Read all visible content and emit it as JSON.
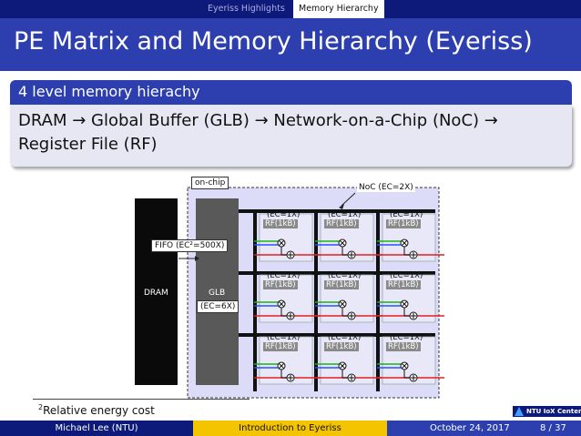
{
  "nav": {
    "item1": "Eyeriss Highlights",
    "item2": "Memory Hierarchy"
  },
  "title": "PE Matrix and Memory Hierarchy (Eyeriss)",
  "block": {
    "heading": "4 level memory hierachy",
    "line1": "DRAM → Global Buffer (GLB) → Network-on-a-Chip (NoC) →",
    "line2": "Register File (RF)"
  },
  "diagram": {
    "on_chip": "on-chip",
    "noc": "NoC (EC=2X)",
    "fifo": "FIFO (EC²=500X)",
    "dram": "DRAM",
    "glb": "GLB",
    "glb_ec": "(EC=6X)",
    "pe_ec": "(EC=1X)",
    "pe_rf": "RF(1kB)"
  },
  "footnote": {
    "mark": "2",
    "text": "Relative energy cost"
  },
  "logo_text": "NTU IoX Center",
  "footer": {
    "author": "Michael Lee  (NTU)",
    "talk": "Introduction to Eyeriss",
    "date": "October 24, 2017",
    "page": "8 / 37"
  },
  "colors": {
    "nav": "#0e1a7a",
    "title": "#2d3fae",
    "footer_mid": "#f5c400",
    "noc_region": "#dcdcf8"
  }
}
